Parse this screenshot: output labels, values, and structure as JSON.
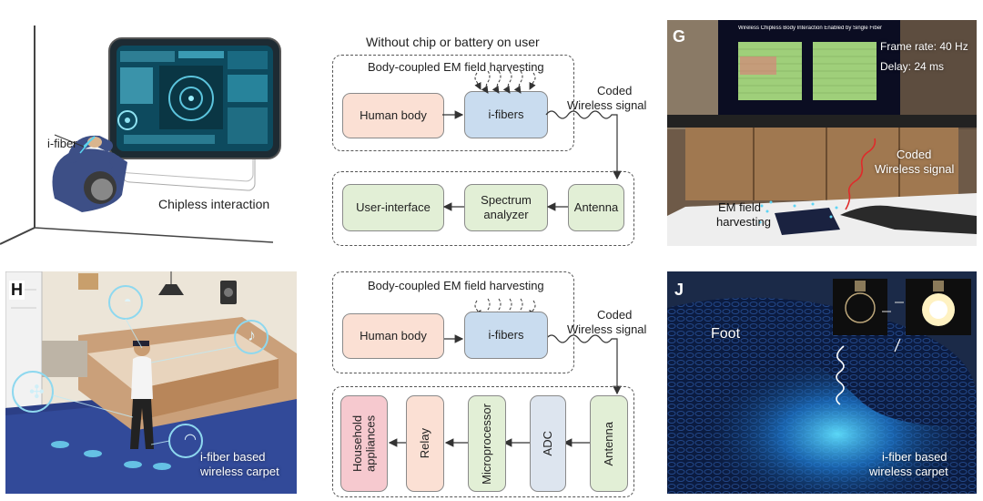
{
  "panel_tl": {
    "fiber_label": "i-fiber",
    "caption": "Chipless interaction"
  },
  "diagram_top": {
    "title": "Without chip or battery on user",
    "harvest_label": "Body-coupled EM field harvesting",
    "human": "Human body",
    "fibers": "i-fibers",
    "coded1": "Coded",
    "coded2": "Wireless signal",
    "ui": "User-interface",
    "spectrum1": "Spectrum",
    "spectrum2": "analyzer",
    "antenna": "Antenna"
  },
  "panel_g": {
    "letter": "G",
    "screen_title": "Wireless Chipless Body Interaction Enabled by Single Fiber",
    "frame_rate": "Frame rate: 40 Hz",
    "delay": "Delay: 24 ms",
    "coded1": "Coded",
    "coded2": "Wireless signal",
    "em1": "EM field",
    "em2": "harvesting"
  },
  "panel_h": {
    "letter": "H",
    "cap1": "i-fiber based",
    "cap2": "wireless carpet"
  },
  "diagram_bottom": {
    "harvest_label": "Body-coupled EM field harvesting",
    "human": "Human body",
    "fibers": "i-fibers",
    "coded1": "Coded",
    "coded2": "Wireless signal",
    "appliances": "Household appliances",
    "relay": "Relay",
    "micro": "Microprocessor",
    "adc": "ADC",
    "antenna": "Antenna"
  },
  "panel_j": {
    "letter": "J",
    "foot": "Foot",
    "cap1": "i-fiber based",
    "cap2": "wireless carpet"
  }
}
